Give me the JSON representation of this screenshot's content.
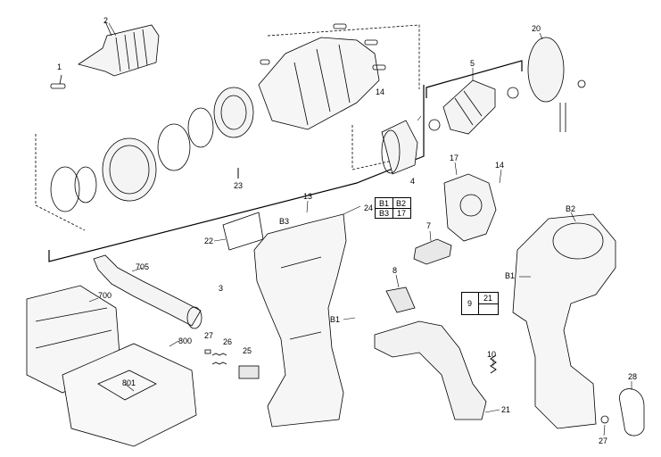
{
  "labels": {
    "l1": "1",
    "l2": "2",
    "l3": "3",
    "l4": "4",
    "l5": "5",
    "l7": "7",
    "l8": "8",
    "l9": "9",
    "l10": "10",
    "l13": "13",
    "l14a": "14",
    "l14b": "14",
    "l17": "17",
    "l20": "20",
    "l21": "21",
    "l22": "22",
    "l23": "23",
    "l24": "24",
    "l25": "25",
    "l26": "26",
    "l27a": "27",
    "l27b": "27",
    "l28": "28",
    "l700": "700",
    "l705": "705",
    "l800": "800",
    "l801": "801",
    "lB1a": "B1",
    "lB1b": "B1",
    "lB2": "B2",
    "lB3": "B3"
  },
  "box24": {
    "b1": "B1",
    "b2": "B2",
    "b3": "B3",
    "n17": "17"
  },
  "box9": {
    "n21": "21"
  }
}
